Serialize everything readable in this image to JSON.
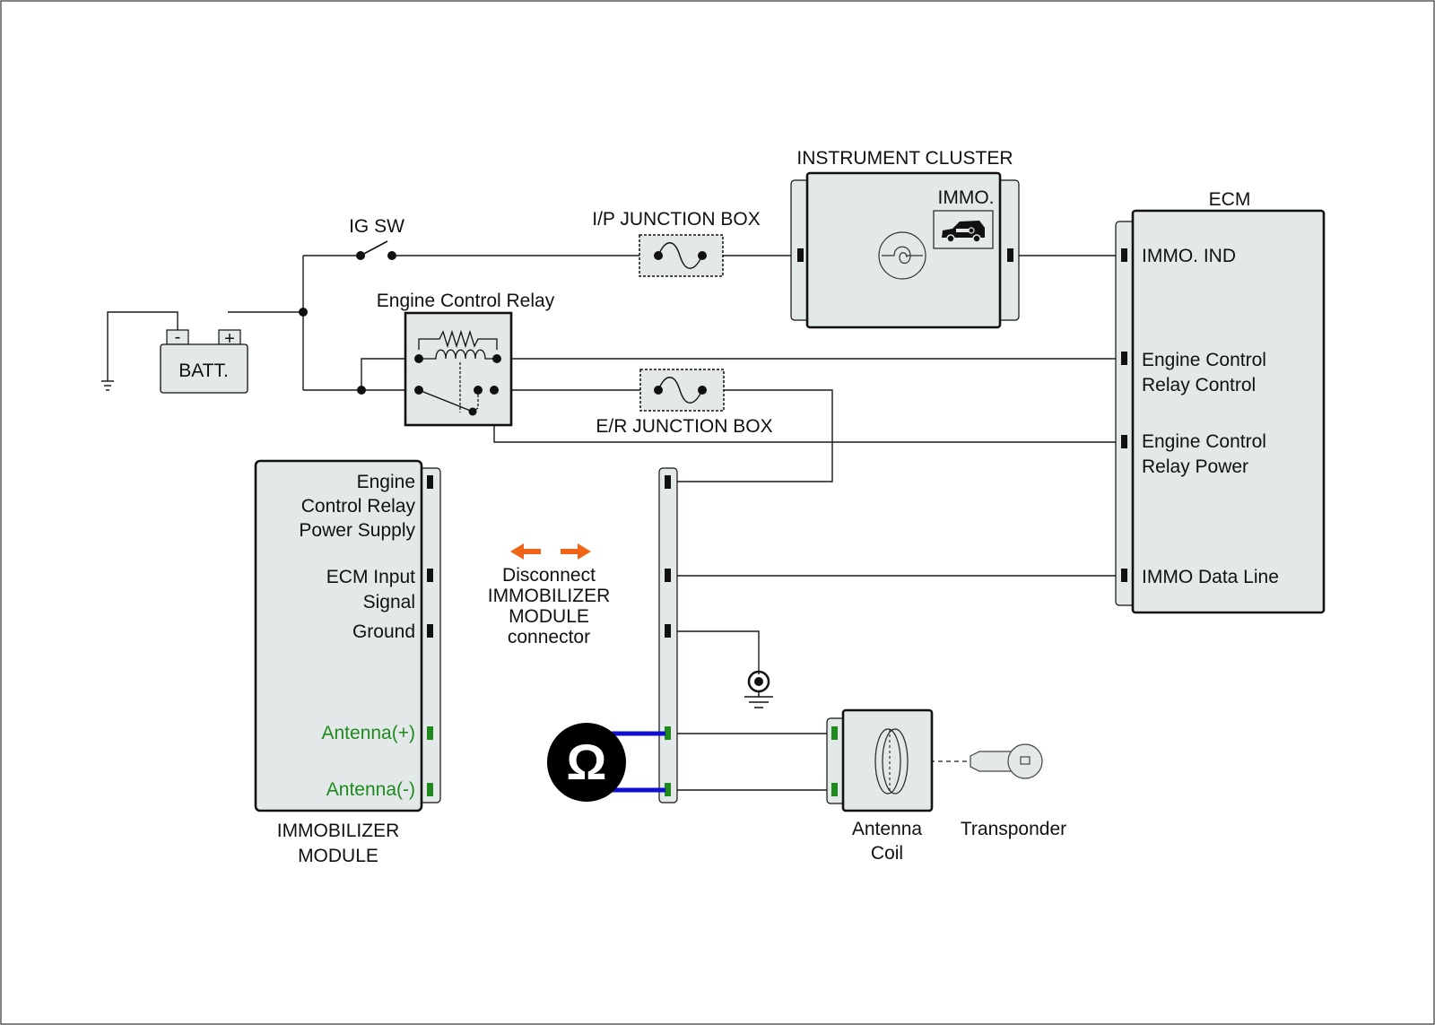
{
  "labels": {
    "instrument_cluster": "INSTRUMENT CLUSTER",
    "immo": "IMMO.",
    "ecm": "ECM",
    "ig_sw": "IG SW",
    "ip_junction_box": "I/P JUNCTION BOX",
    "engine_control_relay": "Engine Control Relay",
    "batt": "BATT.",
    "er_junction_box": "E/R JUNCTION BOX",
    "immobilizer_module": [
      "IMMOBILIZER",
      "MODULE"
    ],
    "antenna_coil": [
      "Antenna",
      "Coil"
    ],
    "transponder": "Transponder",
    "disconnect_note": [
      "Disconnect",
      "IMMOBILIZER",
      "MODULE",
      "connector"
    ],
    "ohm_symbol": "Ω",
    "batt_minus": "-",
    "batt_plus": "+"
  },
  "ecm_pins": [
    [
      "IMMO. IND"
    ],
    [
      "Engine Control",
      "Relay Control"
    ],
    [
      "Engine Control",
      "Relay Power"
    ],
    [
      "IMMO Data Line"
    ]
  ],
  "module_pins": {
    "ecr_power_supply": [
      "Engine",
      "Control Relay",
      "Power Supply"
    ],
    "ecm_input_signal": [
      "ECM Input",
      "Signal"
    ],
    "ground": [
      "Ground"
    ],
    "antenna_plus": "Antenna(+)",
    "antenna_minus": "Antenna(-)"
  },
  "colors": {
    "component_fill": "#e3e9e9",
    "antenna_green": "#1e8a1e",
    "meter_lead_blue": "#1010d0",
    "arrow_orange": "#f06418"
  },
  "icons": [
    "ohmmeter-icon",
    "key-icon",
    "car-icon",
    "ground-symbol-icon",
    "double-arrow-icon"
  ]
}
